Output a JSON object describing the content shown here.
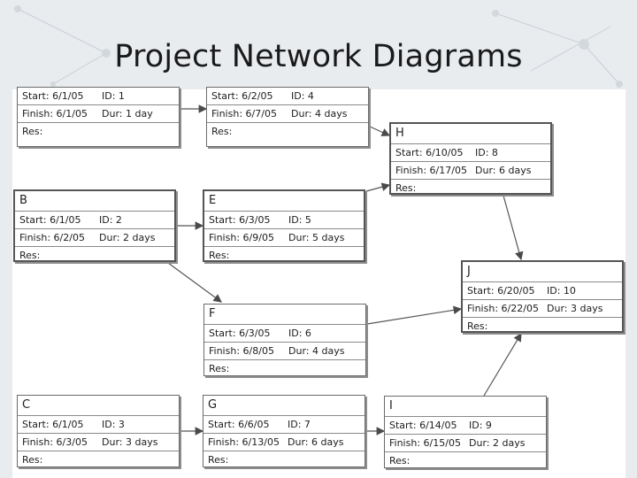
{
  "title": "Project Network Diagrams",
  "labels": {
    "start": "Start:",
    "finish": "Finish:",
    "id": "ID:",
    "dur": "Dur:",
    "res": "Res:"
  },
  "nodes": [
    {
      "key": "A",
      "name": "",
      "start": "6/1/05",
      "finish": "6/1/05",
      "id": "1",
      "dur": "1 day"
    },
    {
      "key": "D",
      "name": "",
      "start": "6/2/05",
      "finish": "6/7/05",
      "id": "4",
      "dur": "4 days"
    },
    {
      "key": "H",
      "name": "H",
      "start": "6/10/05",
      "finish": "6/17/05",
      "id": "8",
      "dur": "6 days"
    },
    {
      "key": "B",
      "name": "B",
      "start": "6/1/05",
      "finish": "6/2/05",
      "id": "2",
      "dur": "2 days"
    },
    {
      "key": "E",
      "name": "E",
      "start": "6/3/05",
      "finish": "6/9/05",
      "id": "5",
      "dur": "5 days"
    },
    {
      "key": "J",
      "name": "J",
      "start": "6/20/05",
      "finish": "6/22/05",
      "id": "10",
      "dur": "3 days"
    },
    {
      "key": "F",
      "name": "F",
      "start": "6/3/05",
      "finish": "6/8/05",
      "id": "6",
      "dur": "4 days"
    },
    {
      "key": "C",
      "name": "C",
      "start": "6/1/05",
      "finish": "6/3/05",
      "id": "3",
      "dur": "3 days"
    },
    {
      "key": "G",
      "name": "G",
      "start": "6/6/05",
      "finish": "6/13/05",
      "id": "7",
      "dur": "6 days"
    },
    {
      "key": "I",
      "name": "I",
      "start": "6/14/05",
      "finish": "6/15/05",
      "id": "9",
      "dur": "2 days"
    }
  ],
  "edges": [
    [
      "A",
      "D"
    ],
    [
      "D",
      "H"
    ],
    [
      "E",
      "H"
    ],
    [
      "B",
      "E"
    ],
    [
      "B",
      "F"
    ],
    [
      "H",
      "J"
    ],
    [
      "F",
      "J"
    ],
    [
      "I",
      "J"
    ],
    [
      "C",
      "G"
    ],
    [
      "G",
      "I"
    ]
  ]
}
